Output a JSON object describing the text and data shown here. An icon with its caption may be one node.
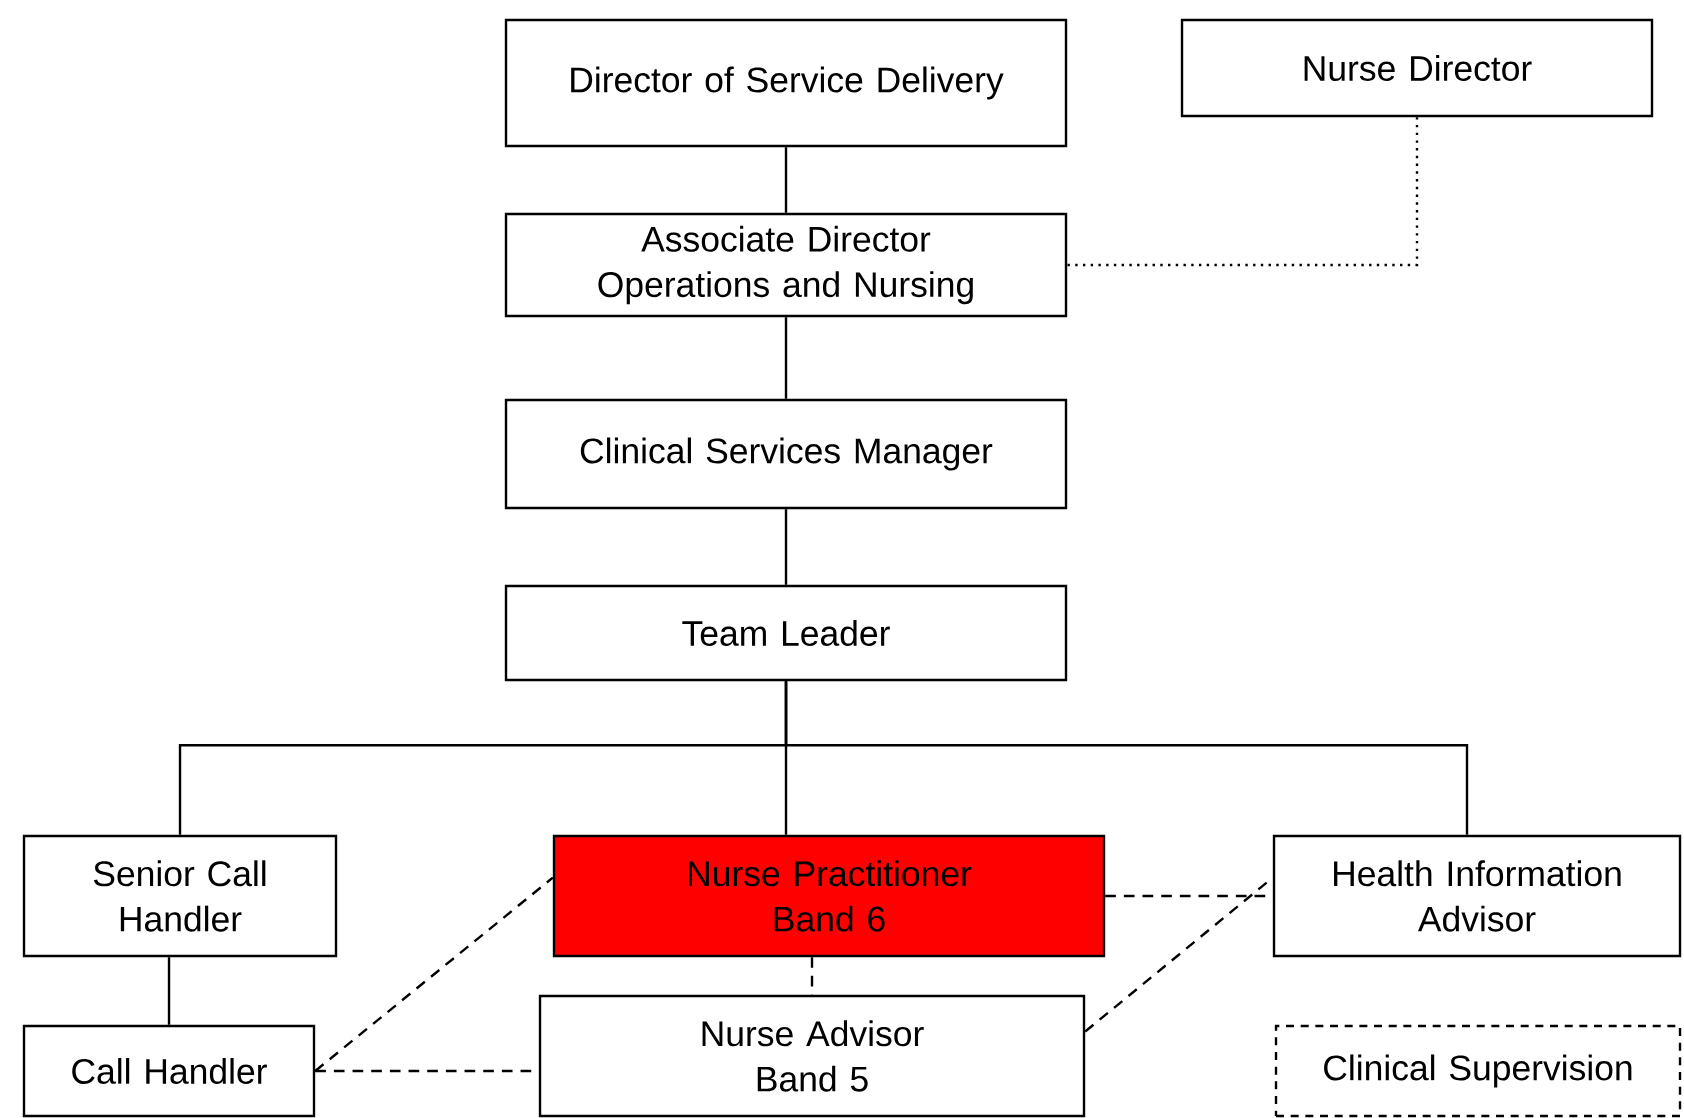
{
  "diagram": {
    "nodes": [
      {
        "text": [
          "Director of Service Delivery"
        ]
      },
      {
        "text": [
          "Nurse Director"
        ]
      },
      {
        "text": [
          "Associate Director Operations and Nursing"
        ]
      },
      {
        "text": [
          "Clinical Services Manager"
        ]
      },
      {
        "text": [
          "Team Leader"
        ]
      },
      {
        "text": [
          "Senior Call Handler"
        ]
      },
      {
        "text": [
          "Nurse Practitioner Band 6"
        ]
      },
      {
        "text": [
          "Health Information Advisor"
        ]
      },
      {
        "text": [
          "Call Handler"
        ]
      },
      {
        "text": [
          "Nurse Advisor Band 5"
        ]
      },
      {
        "text": [
          "Clinical Supervision"
        ]
      }
    ],
    "edges": [
      {
        "from": 0,
        "to": 2,
        "arrow": "none"
      },
      {
        "from": 1,
        "to": 2,
        "arrow": "none",
        "style": "dashed"
      },
      {
        "from": 2,
        "to": 3,
        "arrow": "none"
      },
      {
        "from": 3,
        "to": 4,
        "arrow": "none"
      },
      {
        "from": 4,
        "to": 5,
        "arrow": "none"
      },
      {
        "from": 4,
        "to": 6,
        "arrow": "none"
      },
      {
        "from": 4,
        "to": 7,
        "arrow": "none"
      },
      {
        "from": 5,
        "to": 8,
        "arrow": "none"
      },
      {
        "from": 8,
        "to": 6,
        "arrow": "none",
        "style": "dashed"
      },
      {
        "from": 8,
        "to": 9,
        "arrow": "none",
        "style": "dashed"
      },
      {
        "from": 6,
        "to": 9,
        "arrow": "none",
        "style": "dashed"
      },
      {
        "from": 6,
        "to": 7,
        "arrow": "none",
        "style": "dashed"
      },
      {
        "from": 9,
        "to": 7,
        "arrow": "none",
        "style": "dashed"
      }
    ]
  }
}
